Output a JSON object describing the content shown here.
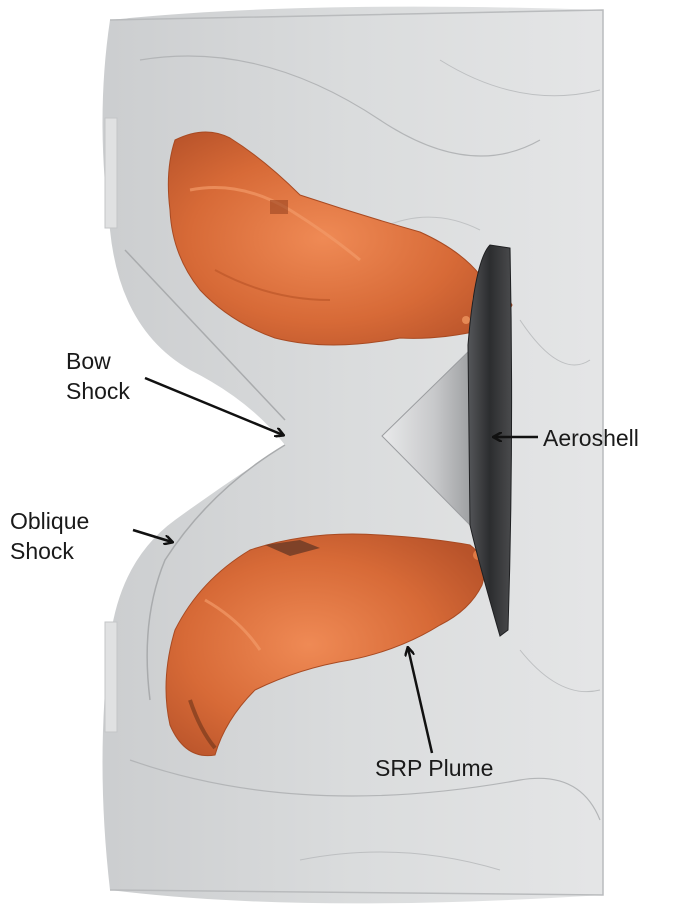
{
  "labels": {
    "bow": [
      "Bow",
      "Shock"
    ],
    "oblique": [
      "Oblique",
      "Shock"
    ],
    "aeroshell": "Aeroshell",
    "srp": "SRP Plume"
  },
  "colors": {
    "background": "#ffffff",
    "shock_surface": "#c8cacc",
    "plume": "#d2642f",
    "plume_highlight": "#ee8550",
    "aeroshell": "#3a3b3d",
    "arrow": "#111111"
  }
}
